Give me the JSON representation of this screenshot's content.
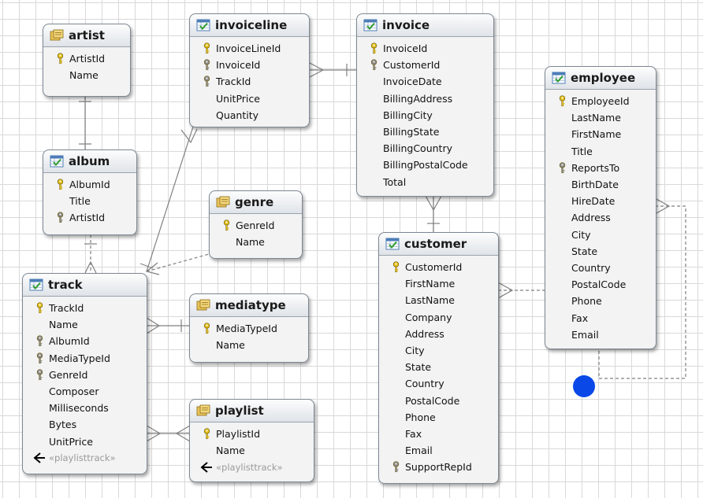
{
  "colors": {
    "grid": "#d9d9d9",
    "entity_bg": "#f3f3f3",
    "entity_border": "#7d8894",
    "primary_key_icon": "#e8c21a",
    "foreign_key_icon": "#8c8c8c",
    "link_line": "#808080",
    "marker_dot": "#0a49e8"
  },
  "entities": {
    "artist": {
      "title": "artist",
      "icon": "view-icon",
      "fields": [
        {
          "name": "ArtistId",
          "key": "primary"
        },
        {
          "name": "Name",
          "key": "none"
        }
      ]
    },
    "album": {
      "title": "album",
      "icon": "table-icon",
      "fields": [
        {
          "name": "AlbumId",
          "key": "primary"
        },
        {
          "name": "Title",
          "key": "none"
        },
        {
          "name": "ArtistId",
          "key": "foreign"
        }
      ]
    },
    "track": {
      "title": "track",
      "icon": "table-icon",
      "fields": [
        {
          "name": "TrackId",
          "key": "primary"
        },
        {
          "name": "Name",
          "key": "none"
        },
        {
          "name": "AlbumId",
          "key": "foreign"
        },
        {
          "name": "MediaTypeId",
          "key": "foreign"
        },
        {
          "name": "GenreId",
          "key": "foreign"
        },
        {
          "name": "Composer",
          "key": "none"
        },
        {
          "name": "Milliseconds",
          "key": "none"
        },
        {
          "name": "Bytes",
          "key": "none"
        },
        {
          "name": "UnitPrice",
          "key": "none"
        },
        {
          "name": "«playlisttrack»",
          "key": "navigation"
        }
      ]
    },
    "invoiceline": {
      "title": "invoiceline",
      "icon": "table-icon",
      "fields": [
        {
          "name": "InvoiceLineId",
          "key": "primary"
        },
        {
          "name": "InvoiceId",
          "key": "foreign"
        },
        {
          "name": "TrackId",
          "key": "foreign"
        },
        {
          "name": "UnitPrice",
          "key": "none"
        },
        {
          "name": "Quantity",
          "key": "none"
        }
      ]
    },
    "genre": {
      "title": "genre",
      "icon": "view-icon",
      "fields": [
        {
          "name": "GenreId",
          "key": "primary"
        },
        {
          "name": "Name",
          "key": "none"
        }
      ]
    },
    "mediatype": {
      "title": "mediatype",
      "icon": "view-icon",
      "fields": [
        {
          "name": "MediaTypeId",
          "key": "primary"
        },
        {
          "name": "Name",
          "key": "none"
        }
      ]
    },
    "playlist": {
      "title": "playlist",
      "icon": "view-icon",
      "fields": [
        {
          "name": "PlaylistId",
          "key": "primary"
        },
        {
          "name": "Name",
          "key": "none"
        },
        {
          "name": "«playlisttrack»",
          "key": "navigation"
        }
      ]
    },
    "invoice": {
      "title": "invoice",
      "icon": "table-icon",
      "fields": [
        {
          "name": "InvoiceId",
          "key": "primary"
        },
        {
          "name": "CustomerId",
          "key": "foreign"
        },
        {
          "name": "InvoiceDate",
          "key": "none"
        },
        {
          "name": "BillingAddress",
          "key": "none"
        },
        {
          "name": "BillingCity",
          "key": "none"
        },
        {
          "name": "BillingState",
          "key": "none"
        },
        {
          "name": "BillingCountry",
          "key": "none"
        },
        {
          "name": "BillingPostalCode",
          "key": "none"
        },
        {
          "name": "Total",
          "key": "none"
        }
      ]
    },
    "customer": {
      "title": "customer",
      "icon": "table-icon",
      "fields": [
        {
          "name": "CustomerId",
          "key": "primary"
        },
        {
          "name": "FirstName",
          "key": "none"
        },
        {
          "name": "LastName",
          "key": "none"
        },
        {
          "name": "Company",
          "key": "none"
        },
        {
          "name": "Address",
          "key": "none"
        },
        {
          "name": "City",
          "key": "none"
        },
        {
          "name": "State",
          "key": "none"
        },
        {
          "name": "Country",
          "key": "none"
        },
        {
          "name": "PostalCode",
          "key": "none"
        },
        {
          "name": "Phone",
          "key": "none"
        },
        {
          "name": "Fax",
          "key": "none"
        },
        {
          "name": "Email",
          "key": "none"
        },
        {
          "name": "SupportRepId",
          "key": "foreign"
        }
      ]
    },
    "employee": {
      "title": "employee",
      "icon": "table-icon",
      "fields": [
        {
          "name": "EmployeeId",
          "key": "primary"
        },
        {
          "name": "LastName",
          "key": "none"
        },
        {
          "name": "FirstName",
          "key": "none"
        },
        {
          "name": "Title",
          "key": "none"
        },
        {
          "name": "ReportsTo",
          "key": "foreign"
        },
        {
          "name": "BirthDate",
          "key": "none"
        },
        {
          "name": "HireDate",
          "key": "none"
        },
        {
          "name": "Address",
          "key": "none"
        },
        {
          "name": "City",
          "key": "none"
        },
        {
          "name": "State",
          "key": "none"
        },
        {
          "name": "Country",
          "key": "none"
        },
        {
          "name": "PostalCode",
          "key": "none"
        },
        {
          "name": "Phone",
          "key": "none"
        },
        {
          "name": "Fax",
          "key": "none"
        },
        {
          "name": "Email",
          "key": "none"
        }
      ]
    }
  },
  "relationships": [
    {
      "from": "artist",
      "to": "album",
      "style": "solid"
    },
    {
      "from": "album",
      "to": "track",
      "style": "dashed"
    },
    {
      "from": "track",
      "to": "invoiceline",
      "style": "solid"
    },
    {
      "from": "genre",
      "to": "track",
      "style": "dashed"
    },
    {
      "from": "mediatype",
      "to": "track",
      "style": "solid"
    },
    {
      "from": "playlist",
      "to": "track",
      "style": "solid"
    },
    {
      "from": "invoice",
      "to": "invoiceline",
      "style": "solid"
    },
    {
      "from": "customer",
      "to": "invoice",
      "style": "solid"
    },
    {
      "from": "employee",
      "to": "customer",
      "style": "dashed"
    },
    {
      "from": "employee",
      "to": "employee",
      "style": "dashed"
    }
  ]
}
